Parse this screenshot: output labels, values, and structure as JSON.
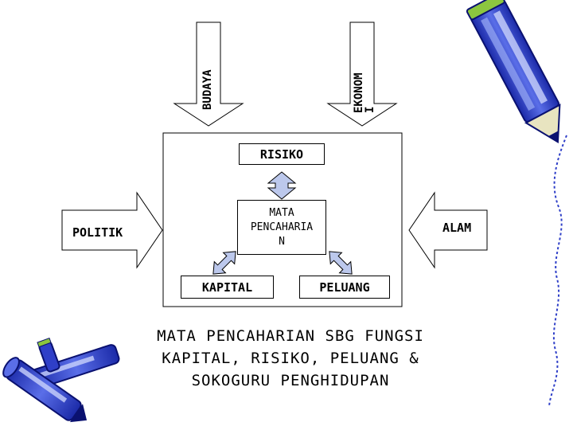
{
  "diagram": {
    "top_arrows": {
      "left_label": "BUDAYA",
      "right_label": "EKONOM\nI"
    },
    "side_arrows": {
      "left_label": "POLITIK",
      "right_label": "ALAM"
    },
    "nodes": {
      "risk": "RISIKO",
      "center": "MATA\nPENCAHARIA\nN",
      "capital": "KAPITAL",
      "opportunity": "PELUANG"
    },
    "caption": "MATA PENCAHARIAN SBG FUNGSI\nKAPITAL, RISIKO, PELUANG &\nSOKOGURU PENGHIDUPAN",
    "colors": {
      "connector_fill": "#bcc8ec",
      "pencil_blue": "#2f3fc8",
      "pencil_light": "#8fa0f0",
      "pencil_tip_green": "#8cc63f"
    }
  }
}
